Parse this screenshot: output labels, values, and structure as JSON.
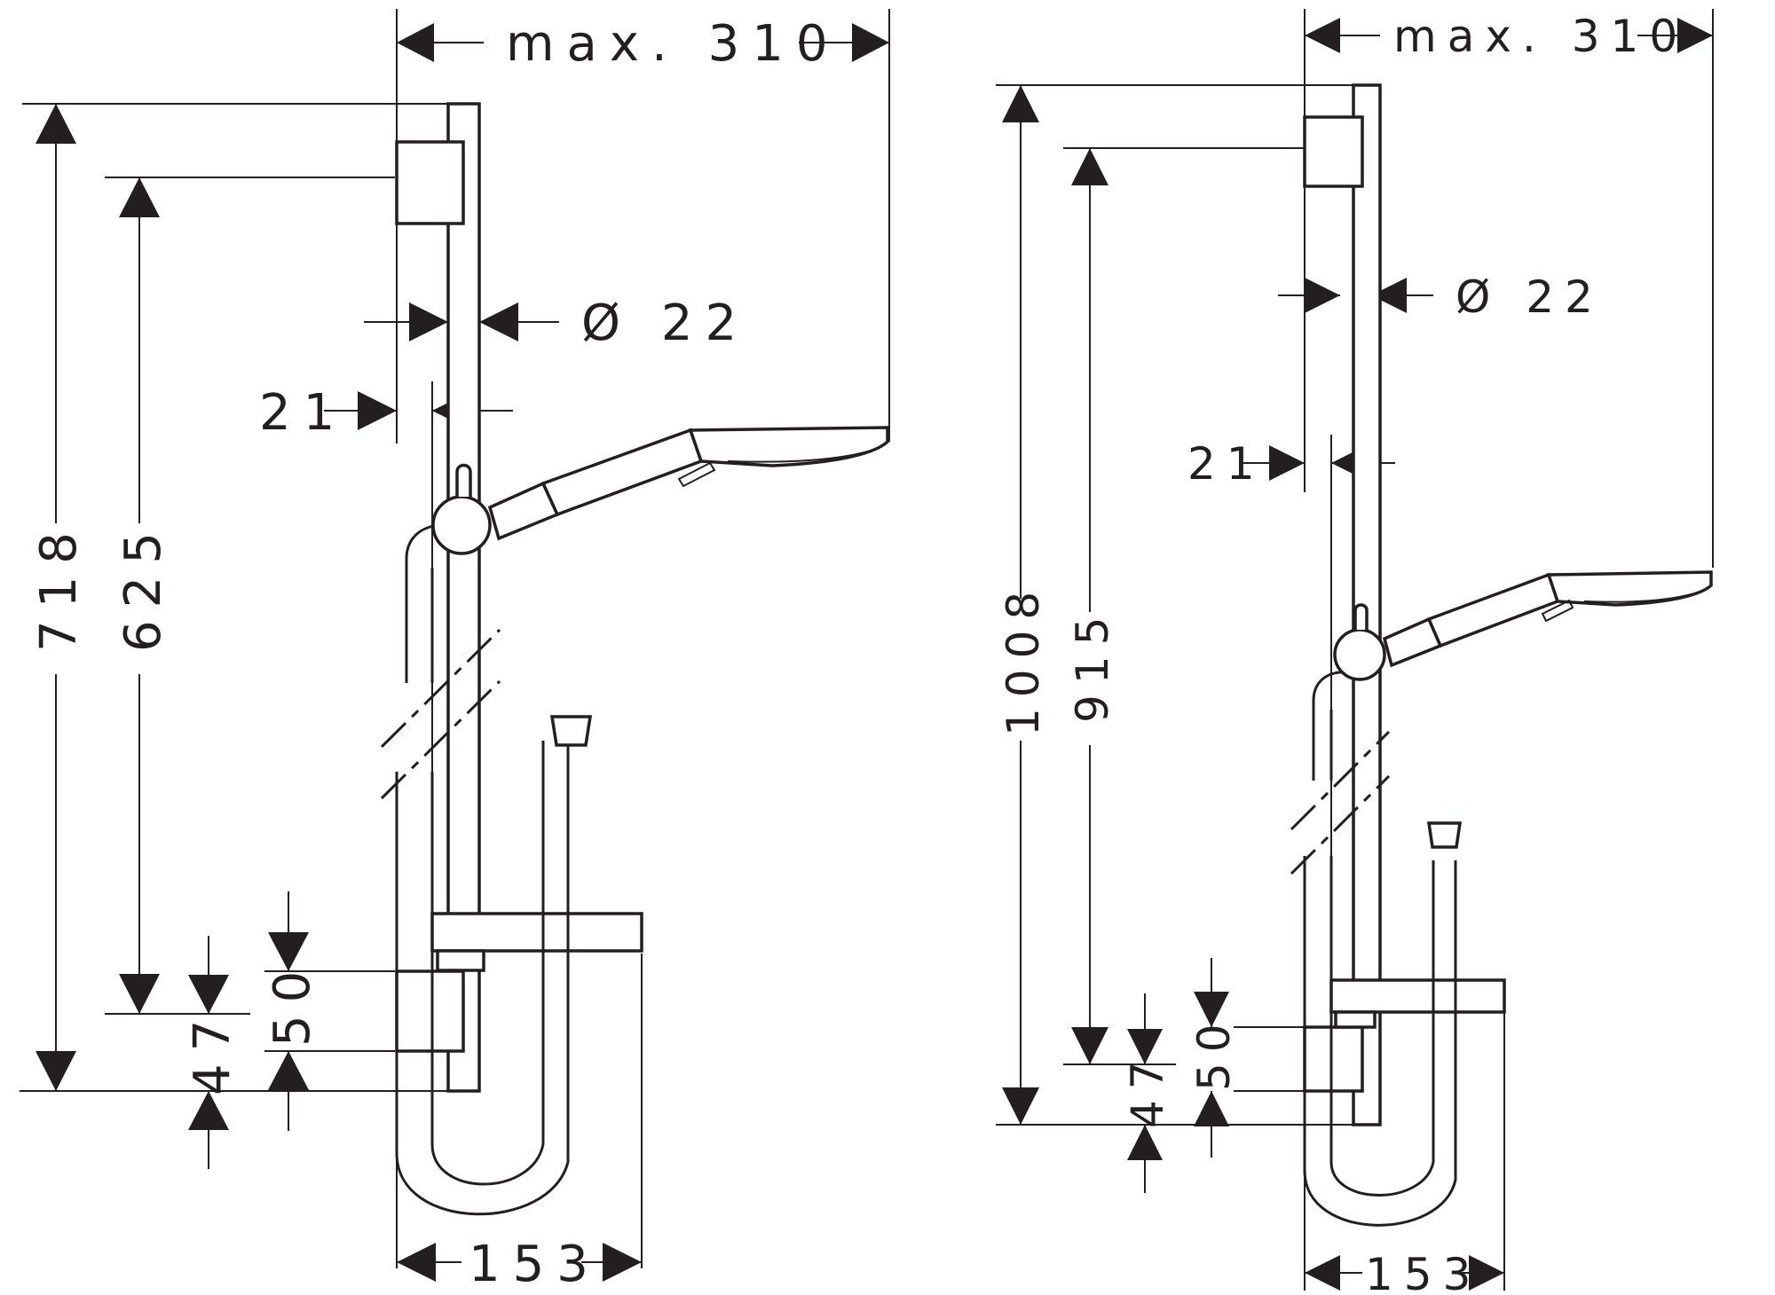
{
  "drawings": [
    {
      "id": "left",
      "labels": {
        "max_width": "max. 310",
        "diameter": "Ø 22",
        "offset": "21",
        "total_height": "718",
        "holder_height": "625",
        "block_height": "50",
        "bottom_offset": "47",
        "bottom_width": "153"
      }
    },
    {
      "id": "right",
      "labels": {
        "max_width": "max. 310",
        "diameter": "Ø 22",
        "offset": "21",
        "total_height": "1008",
        "holder_height": "915",
        "block_height": "50",
        "bottom_offset": "47",
        "bottom_width": "153"
      }
    }
  ],
  "colors": {
    "line": "#231f20",
    "background": "#ffffff"
  }
}
